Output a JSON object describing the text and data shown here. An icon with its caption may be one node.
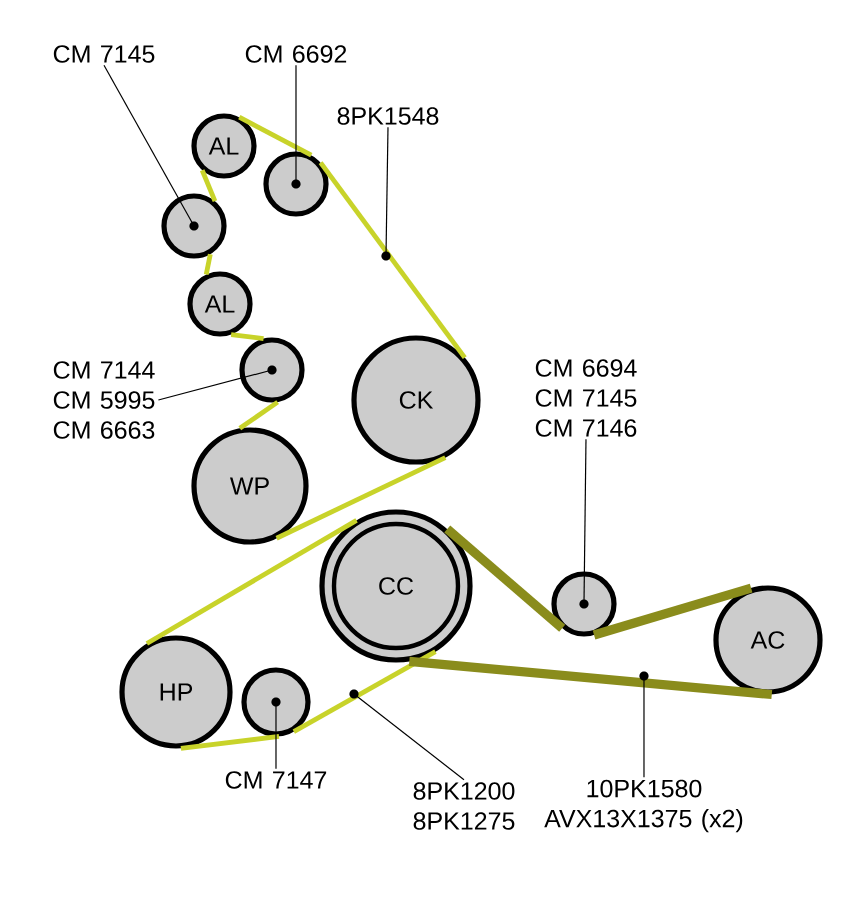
{
  "diagram": {
    "nodes": [
      {
        "text": [
          "CM 7145"
        ]
      },
      {
        "text": [
          "CM 6692"
        ]
      },
      {
        "text": [
          "AL"
        ]
      },
      {
        "text": [
          "8PK1548"
        ]
      },
      {
        "text": [],
        "shape": "circle"
      },
      {
        "text": [],
        "shape": "circle"
      },
      {
        "text": [
          "AL"
        ]
      },
      {
        "text": [
          "CM 7144 CM 5995 CM 6663"
        ]
      },
      {
        "text": [],
        "shape": "circle"
      },
      {
        "text": [
          "CK"
        ]
      },
      {
        "text": [
          "CM 6694 CM 7145 CM 7146"
        ]
      },
      {
        "text": [
          "WP"
        ]
      },
      {
        "text": [
          "CC"
        ]
      },
      {
        "text": [],
        "shape": "circle"
      },
      {
        "text": [
          "AC"
        ]
      },
      {
        "text": [
          "HP"
        ]
      },
      {
        "text": [],
        "shape": "circle"
      },
      {
        "text": [
          "CM 7147"
        ]
      },
      {
        "text": [
          "8PK1200 8PK1275"
        ]
      },
      {
        "text": [
          "10PK1580 AVX13X1375 (x2)"
        ]
      }
    ],
    "edges": [
      {
        "from": 2,
        "to": 4,
        "arrow": "none",
        "color": "#c8d32a"
      },
      {
        "from": 4,
        "to": 9,
        "arrow": "none",
        "color": "#c8d32a"
      },
      {
        "from": 9,
        "to": 11,
        "arrow": "none",
        "color": "#c8d32a"
      },
      {
        "from": 11,
        "to": 8,
        "arrow": "none",
        "color": "#c8d32a"
      },
      {
        "from": 8,
        "to": 6,
        "arrow": "none",
        "color": "#c8d32a"
      },
      {
        "from": 6,
        "to": 5,
        "arrow": "none",
        "color": "#c8d32a"
      },
      {
        "from": 5,
        "to": 2,
        "arrow": "none",
        "color": "#c8d32a"
      },
      {
        "from": 12,
        "to": 15,
        "arrow": "none",
        "color": "#c8d32a"
      },
      {
        "from": 15,
        "to": 16,
        "arrow": "none",
        "color": "#c8d32a"
      },
      {
        "from": 16,
        "to": 12,
        "arrow": "none",
        "color": "#c8d32a"
      },
      {
        "from": 12,
        "to": 13,
        "arrow": "none",
        "color": "#8a8c1c",
        "style": "thick"
      },
      {
        "from": 13,
        "to": 14,
        "arrow": "none",
        "color": "#8a8c1c",
        "style": "thick"
      },
      {
        "from": 14,
        "to": 12,
        "arrow": "none",
        "color": "#8a8c1c",
        "style": "thick"
      },
      {
        "from": 0,
        "to": 5,
        "arrow": "none",
        "color": "#000000"
      },
      {
        "from": 1,
        "to": 4,
        "arrow": "none",
        "color": "#000000"
      },
      {
        "from": 3,
        "to": null,
        "arrow": "none",
        "color": "#000000"
      },
      {
        "from": 7,
        "to": 8,
        "arrow": "none",
        "color": "#000000"
      },
      {
        "from": 10,
        "to": 13,
        "arrow": "none",
        "color": "#000000"
      },
      {
        "from": 17,
        "to": 16,
        "arrow": "none",
        "color": "#000000"
      },
      {
        "from": 18,
        "to": null,
        "arrow": "none",
        "color": "#000000"
      },
      {
        "from": 19,
        "to": null,
        "arrow": "none",
        "color": "#000000"
      }
    ]
  }
}
